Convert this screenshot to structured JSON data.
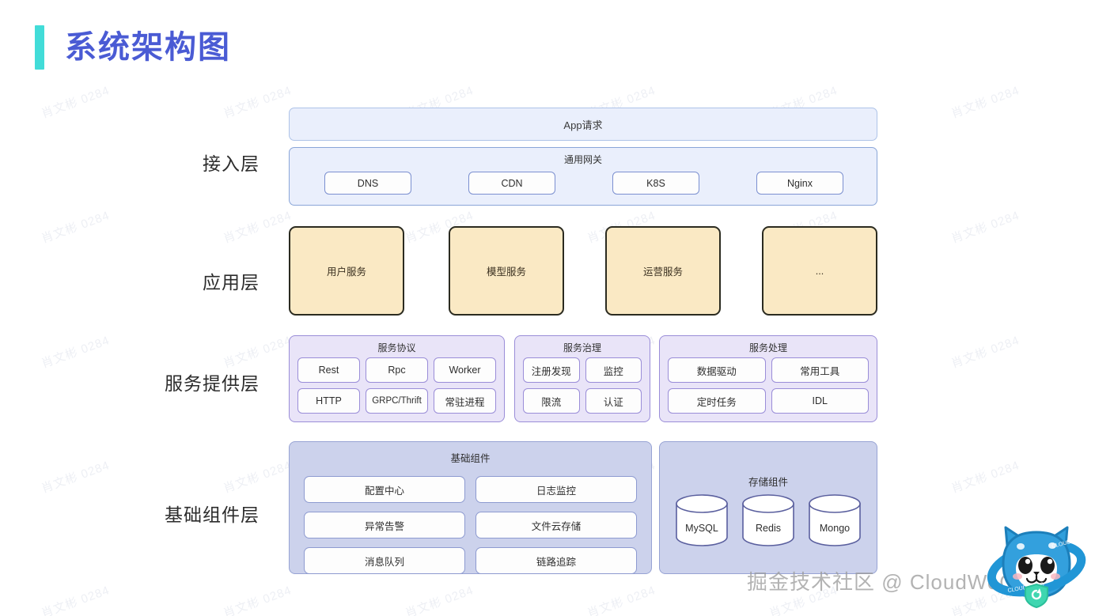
{
  "page": {
    "title": "系统架构图",
    "accent_color": "#42dcd8",
    "title_color": "#4a5bd4",
    "background": "#ffffff"
  },
  "watermark": {
    "tile_text": "肖文彬 0284",
    "brand_text": "掘金技术社区 @ CloudWeGo",
    "mascot_name": "cloudwego-dog-mascot",
    "ring_text": "CLOUDWEGO"
  },
  "layers": [
    {
      "label": "接入层",
      "color": "#eaeffc",
      "border": "#8aa6d8",
      "top_box": "App请求",
      "group_title": "通用网关",
      "chips": [
        "DNS",
        "CDN",
        "K8S",
        "Nginx"
      ]
    },
    {
      "label": "应用层",
      "color": "#fae9c4",
      "border": "#2b2b20",
      "cards": [
        "用户服务",
        "模型服务",
        "运营服务",
        "..."
      ]
    },
    {
      "label": "服务提供层",
      "color": "#e9e4f8",
      "border": "#9a8dd8",
      "groups": [
        {
          "title": "服务协议",
          "chips": [
            "Rest",
            "Rpc",
            "Worker",
            "HTTP",
            "GRPC/Thrift",
            "常驻进程"
          ],
          "cols": 3
        },
        {
          "title": "服务治理",
          "chips": [
            "注册发现",
            "监控",
            "限流",
            "认证"
          ],
          "cols": 2
        },
        {
          "title": "服务处理",
          "chips": [
            "数据驱动",
            "常用工具",
            "定时任务",
            "IDL"
          ],
          "cols": 2
        }
      ]
    },
    {
      "label": "基础组件层",
      "color": "#ccd2ec",
      "border": "#97a3d4",
      "groups": [
        {
          "title": "基础组件",
          "chips": [
            "配置中心",
            "日志监控",
            "异常告警",
            "文件云存储",
            "消息队列",
            "链路追踪"
          ]
        },
        {
          "title": "存储组件",
          "databases": [
            "MySQL",
            "Redis",
            "Mongo"
          ]
        }
      ]
    }
  ],
  "labels": {
    "access": "接入层",
    "application": "应用层",
    "service_provider": "服务提供层",
    "base_component": "基础组件层"
  },
  "access": {
    "app_request": "App请求",
    "gateway_title": "通用网关",
    "chip_dns": "DNS",
    "chip_cdn": "CDN",
    "chip_k8s": "K8S",
    "chip_nginx": "Nginx"
  },
  "application": {
    "card_user": "用户服务",
    "card_model": "模型服务",
    "card_operation": "运营服务",
    "card_more": "..."
  },
  "service": {
    "protocol_title": "服务协议",
    "protocol": [
      "Rest",
      "Rpc",
      "Worker",
      "HTTP",
      "GRPC/Thrift",
      "常驻进程"
    ],
    "governance_title": "服务治理",
    "governance": [
      "注册发现",
      "监控",
      "限流",
      "认证"
    ],
    "handling_title": "服务处理",
    "handling": [
      "数据驱动",
      "常用工具",
      "定时任务",
      "IDL"
    ]
  },
  "base": {
    "components_title": "基础组件",
    "components": [
      "配置中心",
      "日志监控",
      "异常告警",
      "文件云存储",
      "消息队列",
      "链路追踪"
    ],
    "storage_title": "存储组件",
    "databases": [
      "MySQL",
      "Redis",
      "Mongo"
    ]
  }
}
